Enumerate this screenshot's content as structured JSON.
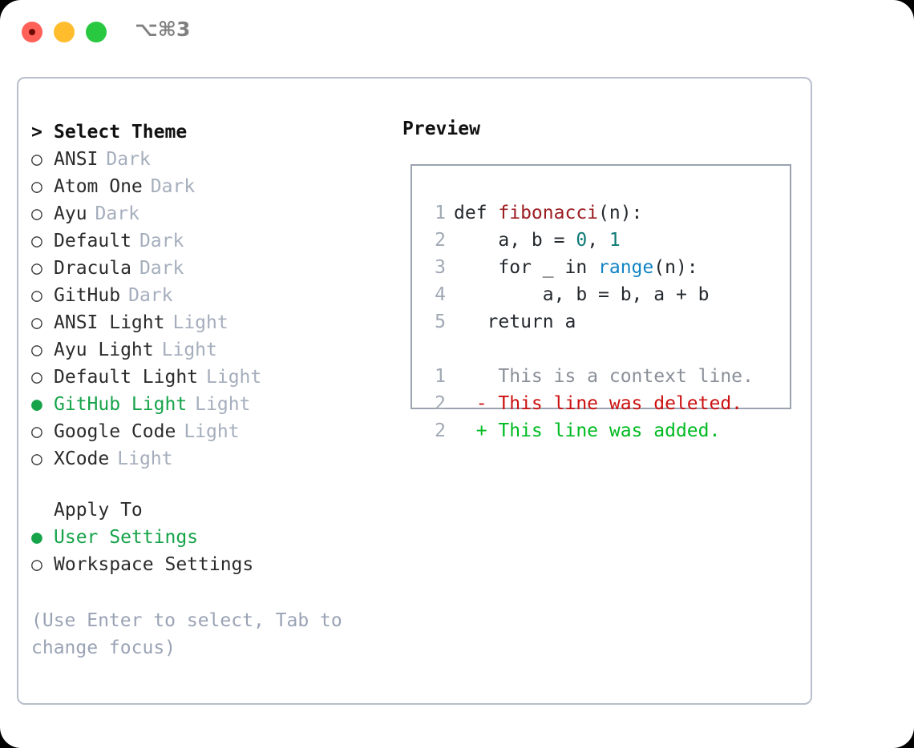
{
  "titlebar": {
    "shortcut": "⌥⌘3",
    "traffic_lights": [
      {
        "name": "close",
        "color": "#ff6058"
      },
      {
        "name": "minimize",
        "color": "#ffbd2e"
      },
      {
        "name": "maximize",
        "color": "#28c840"
      }
    ]
  },
  "theme_selector": {
    "heading": "Select Theme",
    "heading_marker": ">",
    "marker_unselected": "○",
    "marker_selected": "●",
    "items": [
      {
        "name": "ANSI",
        "variant": "Dark",
        "selected": false
      },
      {
        "name": "Atom One",
        "variant": "Dark",
        "selected": false
      },
      {
        "name": "Ayu",
        "variant": "Dark",
        "selected": false
      },
      {
        "name": "Default",
        "variant": "Dark",
        "selected": false
      },
      {
        "name": "Dracula",
        "variant": "Dark",
        "selected": false
      },
      {
        "name": "GitHub",
        "variant": "Dark",
        "selected": false
      },
      {
        "name": "ANSI Light",
        "variant": "Light",
        "selected": false
      },
      {
        "name": "Ayu Light",
        "variant": "Light",
        "selected": false
      },
      {
        "name": "Default Light",
        "variant": "Light",
        "selected": false
      },
      {
        "name": "GitHub Light",
        "variant": "Light",
        "selected": true
      },
      {
        "name": "Google Code",
        "variant": "Light",
        "selected": false
      },
      {
        "name": "XCode",
        "variant": "Light",
        "selected": false
      }
    ]
  },
  "apply_to": {
    "heading": "Apply To",
    "items": [
      {
        "name": "User Settings",
        "selected": true
      },
      {
        "name": "Workspace Settings",
        "selected": false
      }
    ]
  },
  "hint": "(Use Enter to select, Tab to change focus)",
  "preview": {
    "title": "Preview",
    "code_lines": [
      {
        "num": "1",
        "tokens": [
          {
            "t": "def ",
            "c": "plain"
          },
          {
            "t": "fibonacci",
            "c": "fn"
          },
          {
            "t": "(n):",
            "c": "plain"
          }
        ]
      },
      {
        "num": "2",
        "tokens": [
          {
            "t": "    a, b = ",
            "c": "plain"
          },
          {
            "t": "0",
            "c": "num"
          },
          {
            "t": ", ",
            "c": "plain"
          },
          {
            "t": "1",
            "c": "num"
          }
        ]
      },
      {
        "num": "3",
        "tokens": [
          {
            "t": "    for _ in ",
            "c": "plain"
          },
          {
            "t": "range",
            "c": "call"
          },
          {
            "t": "(n):",
            "c": "plain"
          }
        ]
      },
      {
        "num": "4",
        "tokens": [
          {
            "t": "        a, b = b, a + b",
            "c": "plain"
          }
        ]
      },
      {
        "num": "5",
        "tokens": [
          {
            "t": "   return a",
            "c": "plain"
          }
        ]
      }
    ],
    "diff_lines": [
      {
        "num": "1",
        "sign": " ",
        "text": " This is a context line.",
        "kind": "ctx"
      },
      {
        "num": "2",
        "sign": "-",
        "text": " This line was deleted.",
        "kind": "del"
      },
      {
        "num": "2",
        "sign": "+",
        "text": " This line was added.",
        "kind": "add"
      }
    ]
  },
  "colors": {
    "accent_green": "#16a34a",
    "diff_added": "#00bb22",
    "diff_removed": "#cc1111",
    "muted": "#a5aebd",
    "hint": "#9aa3b5",
    "panel_border": "#b8bfcc",
    "preview_border": "#9aa3b0",
    "fn_red": "#9b1c21",
    "num_teal": "#0d7a75",
    "call_blue": "#1184c4"
  }
}
